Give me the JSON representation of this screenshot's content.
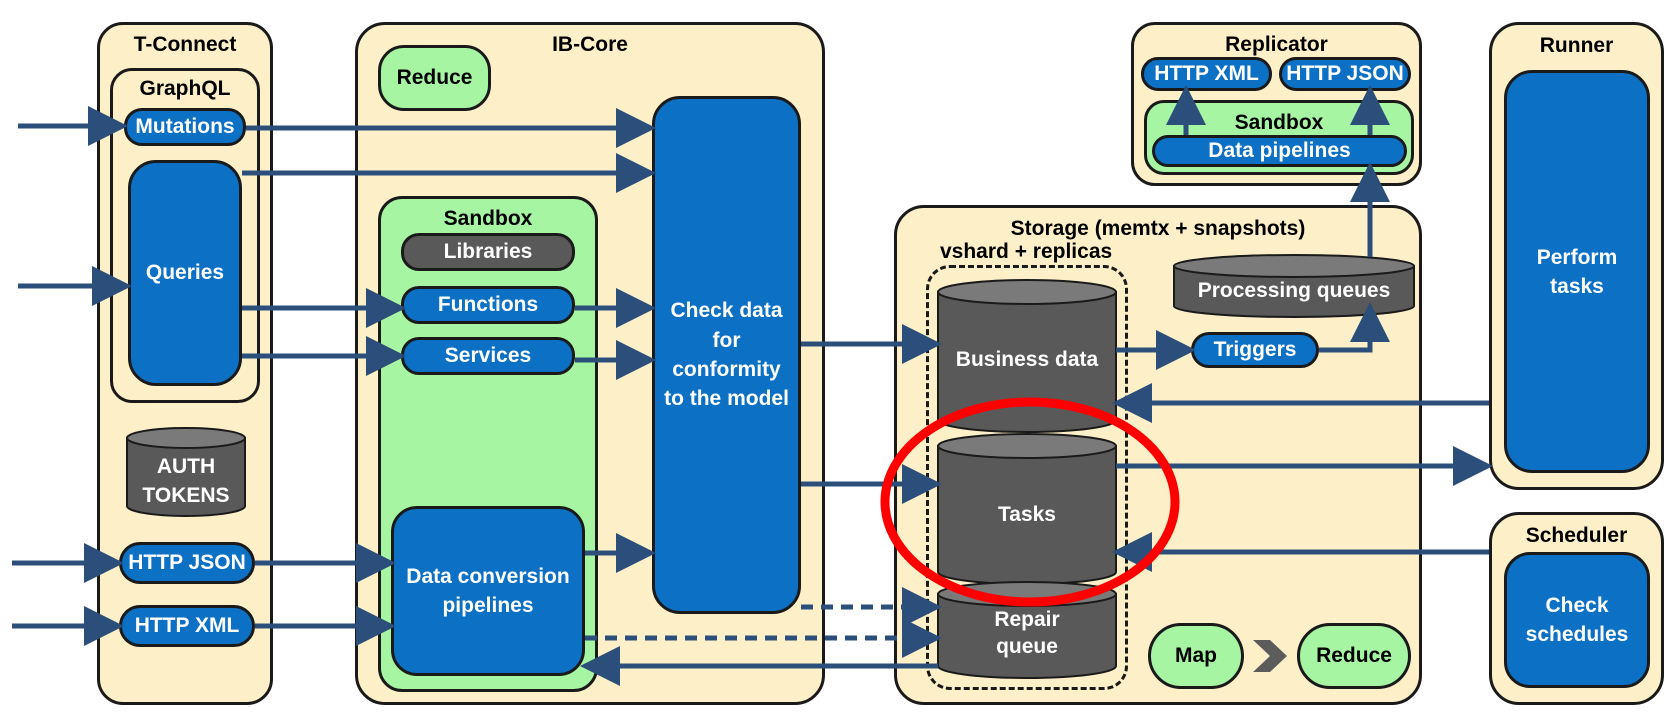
{
  "t_connect": {
    "title": "T-Connect",
    "graphql": {
      "title": "GraphQL",
      "mutations": "Mutations",
      "queries": "Queries"
    },
    "auth_tokens": [
      "AUTH",
      "TOKENS"
    ],
    "http_json": "HTTP JSON",
    "http_xml": "HTTP XML"
  },
  "ib_core": {
    "title": "IB-Core",
    "reduce": "Reduce",
    "sandbox": {
      "title": "Sandbox",
      "libraries": "Libraries",
      "functions": "Functions",
      "services": "Services",
      "data_conversion": [
        "Data conversion",
        "pipelines"
      ]
    },
    "check_data": [
      "Check data",
      "for",
      "conformity",
      "to the model"
    ]
  },
  "replicator": {
    "title": "Replicator",
    "http_xml": "HTTP XML",
    "http_json": "HTTP JSON",
    "sandbox": {
      "title": "Sandbox",
      "data_pipelines": "Data pipelines"
    }
  },
  "storage": {
    "title": "Storage (memtx + snapshots)",
    "vshard": "vshard + replicas",
    "business_data": "Business data",
    "tasks": "Tasks",
    "repair_queue": [
      "Repair",
      "queue"
    ],
    "processing_queues": "Processing queues",
    "triggers": "Triggers",
    "map": "Map",
    "reduce": "Reduce"
  },
  "runner": {
    "title": "Runner",
    "perform_tasks": [
      "Perform",
      "tasks"
    ]
  },
  "scheduler": {
    "title": "Scheduler",
    "check_schedules": [
      "Check",
      "schedules"
    ]
  },
  "colors": {
    "panel": "#fdf0c8",
    "green": "#a6f5a3",
    "blue": "#0c70c5",
    "grey": "#595959",
    "arrow": "#2b4f7a",
    "highlight": "#ff0000"
  }
}
